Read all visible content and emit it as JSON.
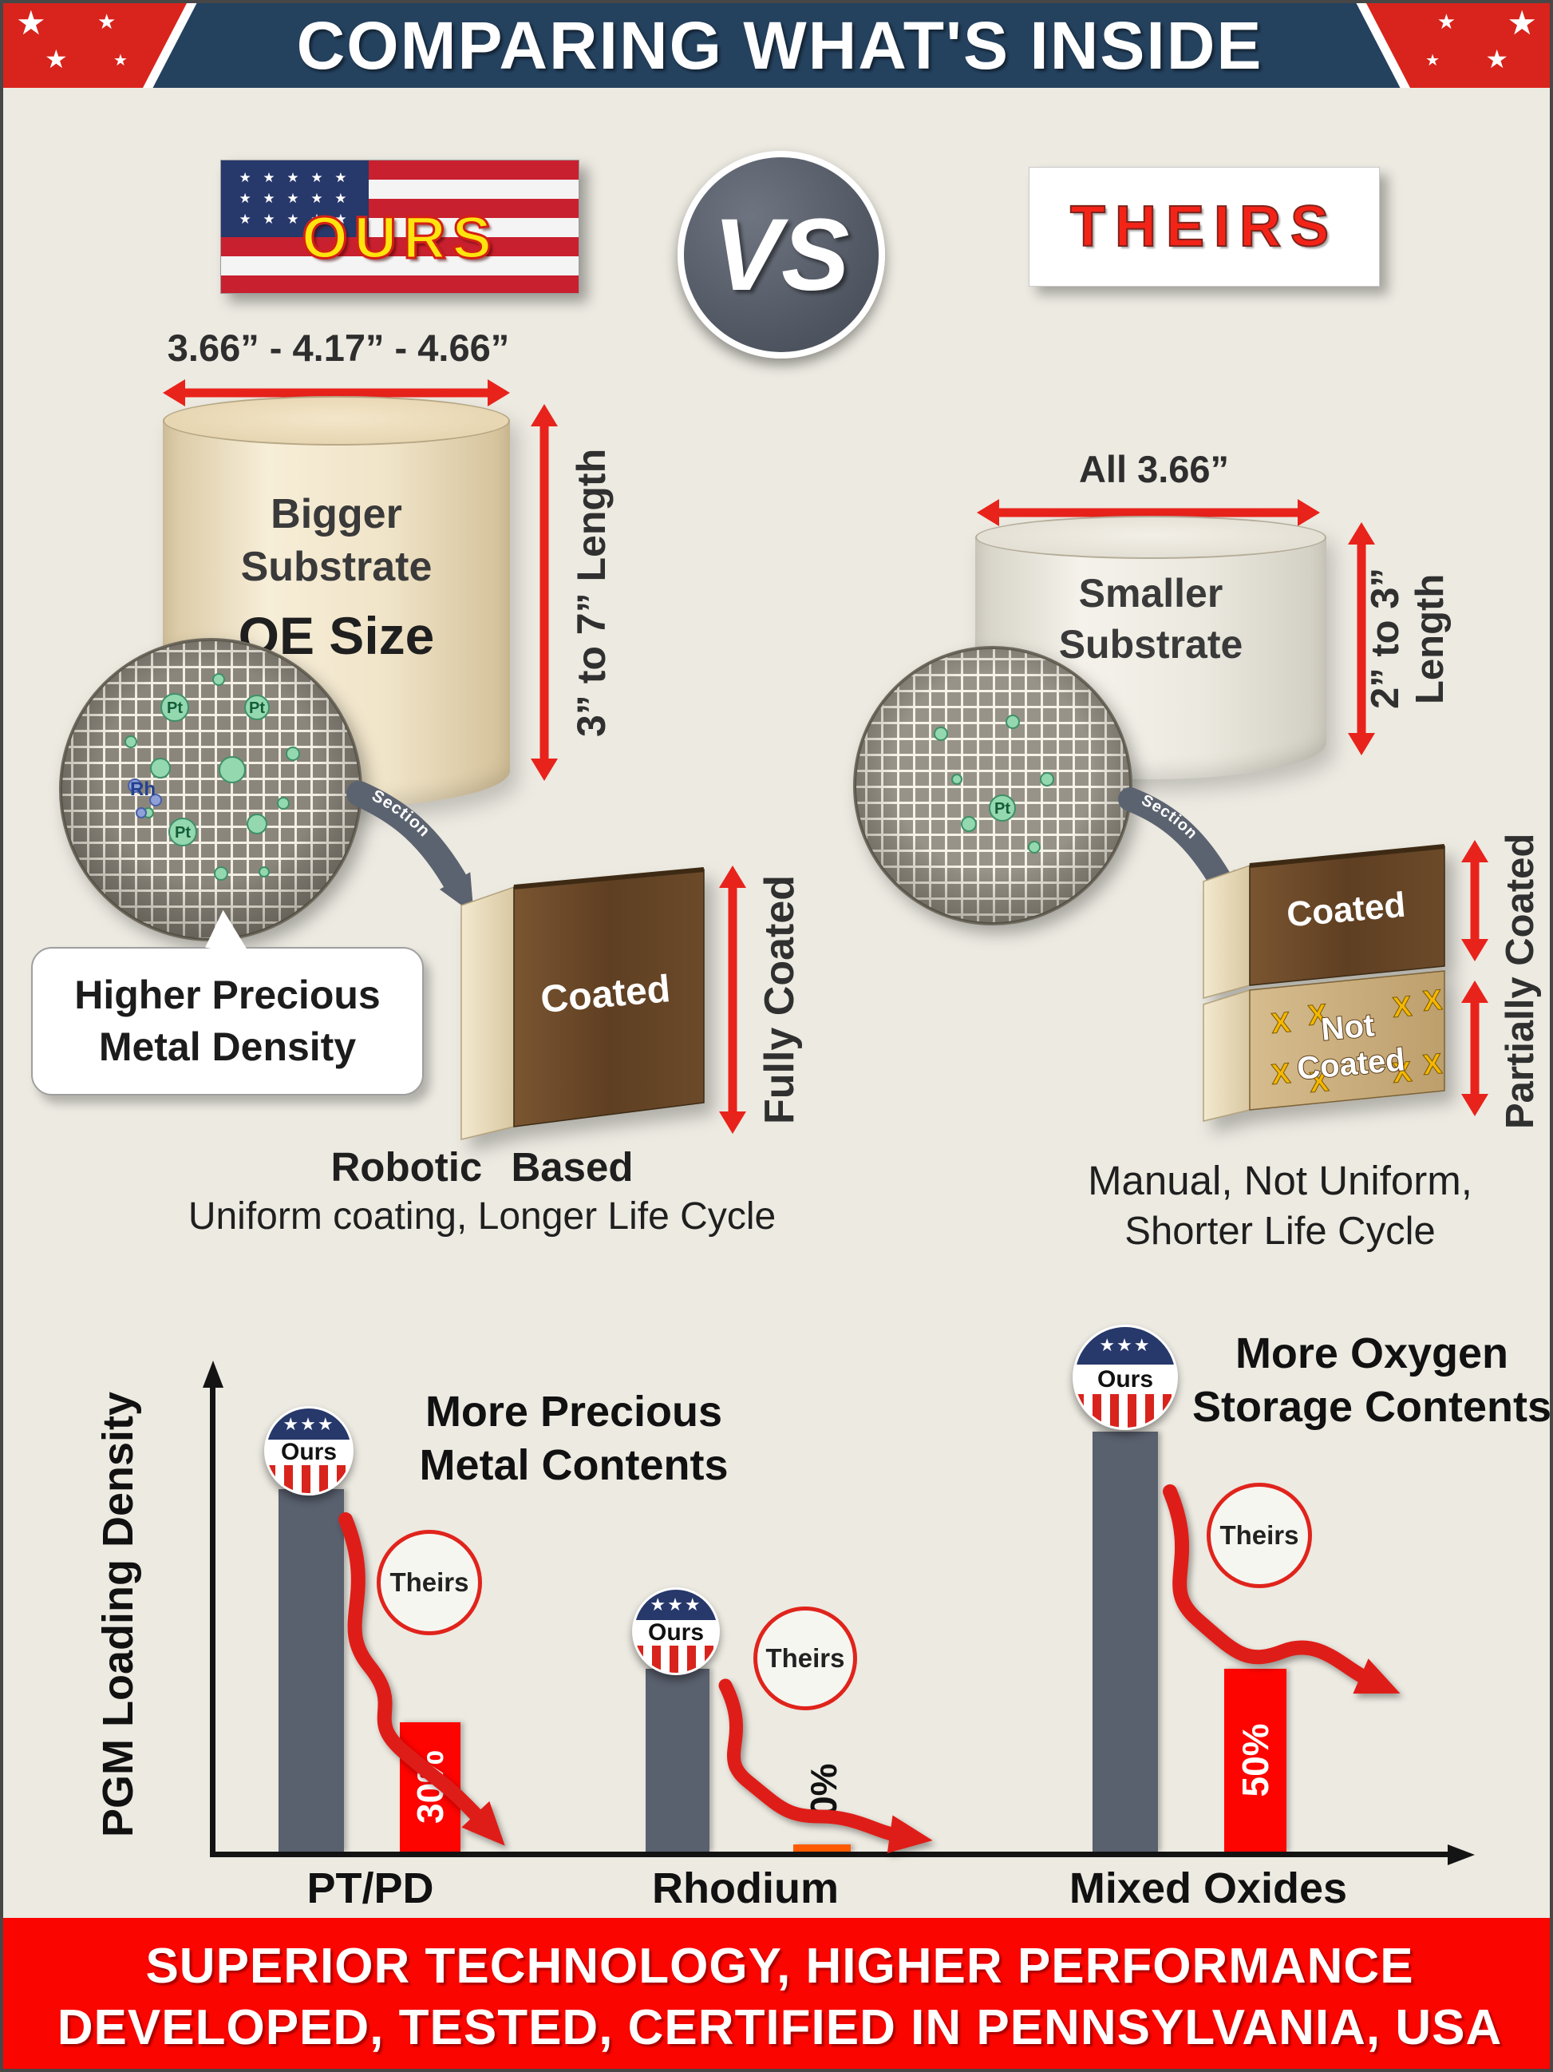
{
  "icons": {
    "star": "★",
    "flag_star_row": "★ ★ ★ ★ ★",
    "badge_stars": "★★★"
  },
  "header": {
    "title": "COMPARING WHAT'S INSIDE"
  },
  "versus": {
    "ours_label": "OURS",
    "vs_label": "VS",
    "theirs_label": "THEIRS"
  },
  "ours": {
    "diameter_range": "3.66” - 4.17” - 4.66”",
    "substrate_line1": "Bigger",
    "substrate_line2": "Substrate",
    "substrate_line3": "OE Size",
    "length_label": "3” to 7” Length",
    "mesh_pt": "Pt",
    "mesh_rh": "Rh",
    "bubble_line1": "Higher Precious",
    "bubble_line2": "Metal Density",
    "section_label": "Section",
    "block_label": "Coated",
    "coverage_label": "Fully Coated",
    "caption_line1": "Robotic Based",
    "caption_line2": "Uniform coating, Longer Life Cycle"
  },
  "theirs": {
    "diameter_label": "All 3.66”",
    "substrate_line1": "Smaller",
    "substrate_line2": "Substrate",
    "length_label": "2” to 3” Length",
    "mesh_pt": "Pt",
    "section_label": "Section",
    "block_top_label": "Coated",
    "block_bottom_line1": "Not",
    "block_bottom_line2": "Coated",
    "x_mark": "X",
    "coverage_label": "Partially Coated",
    "caption_line1": "Manual, Not Uniform,",
    "caption_line2": "Shorter Life Cycle"
  },
  "chart_data": {
    "type": "bar",
    "title": "",
    "xlabel": "",
    "ylabel": "PGM Loading Density",
    "categories": [
      "PT/PD",
      "Rhodium",
      "Mixed Oxides"
    ],
    "series": [
      {
        "name": "Ours",
        "color": "#59606e",
        "values": [
          101,
          51,
          117
        ]
      },
      {
        "name": "Theirs",
        "color": "#fe0400",
        "values": [
          36,
          2,
          51
        ]
      }
    ],
    "theirs_value_labels": [
      "30%",
      "0%",
      "50%"
    ],
    "badge_label": "Ours",
    "theirs_circle_label": "Theirs",
    "annotation_precious_line1": "More Precious",
    "annotation_precious_line2": "Metal Contents",
    "annotation_oxygen_line1": "More Oxygen",
    "annotation_oxygen_line2": "Storage Contents",
    "legend_position": "none",
    "grid": false
  },
  "footer": {
    "line1": "SUPERIOR TECHNOLOGY, HIGHER PERFORMANCE",
    "line2": "DEVELOPED, TESTED, CERTIFIED IN PENNSYLVANIA, USA"
  }
}
